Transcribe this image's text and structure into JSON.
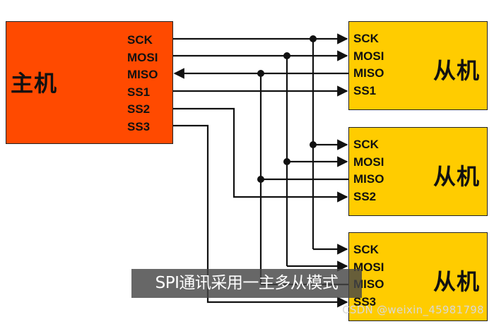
{
  "master": {
    "label": "主机",
    "pins": [
      "SCK",
      "MOSI",
      "MISO",
      "SS1",
      "SS2",
      "SS3"
    ]
  },
  "slaves": [
    {
      "label": "从机",
      "pins": [
        "SCK",
        "MOSI",
        "MISO",
        "SS1"
      ]
    },
    {
      "label": "从机",
      "pins": [
        "SCK",
        "MOSI",
        "MISO",
        "SS2"
      ]
    },
    {
      "label": "从机",
      "pins": [
        "SCK",
        "MOSI",
        "MISO",
        "SS3"
      ]
    }
  ],
  "caption": "SPI通讯采用一主多从模式",
  "watermark": "CSDN @weixin_45981798",
  "colors": {
    "master": "#ff4a00",
    "slave": "#ffcc00",
    "wire": "#111111"
  }
}
